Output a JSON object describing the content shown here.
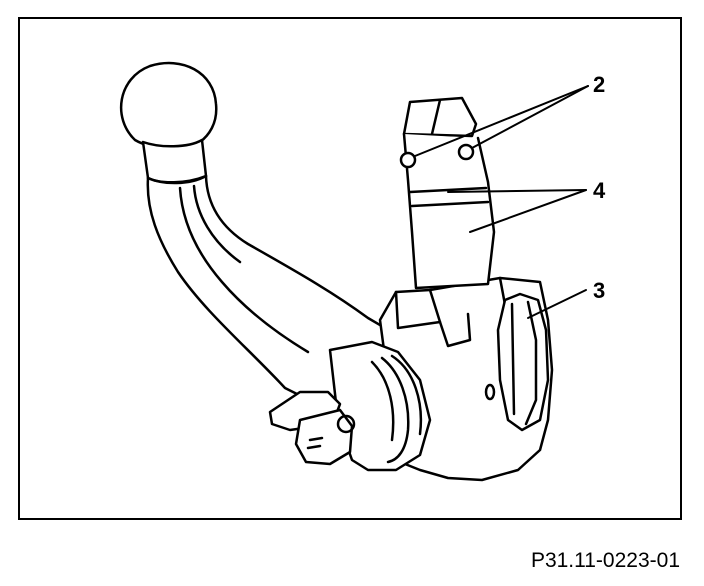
{
  "figure": {
    "callouts": [
      {
        "id": "2",
        "label": "2"
      },
      {
        "id": "4",
        "label": "4"
      },
      {
        "id": "3",
        "label": "3"
      }
    ],
    "figure_id": "P31.11-0223-01"
  }
}
